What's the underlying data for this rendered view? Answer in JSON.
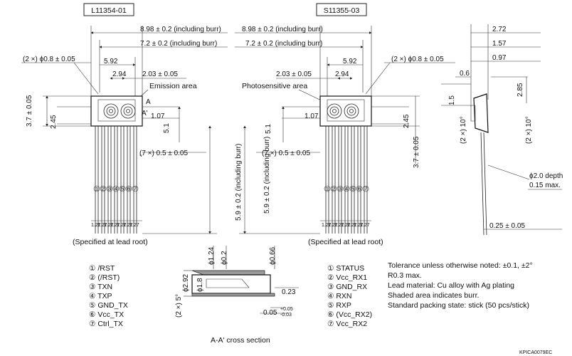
{
  "titles": {
    "left": "L11354-01",
    "right": "S11355-03"
  },
  "left_view": {
    "dims": {
      "overall": "8.98 ± 0.2 (including burr)",
      "inner": "7.2 ± 0.2 (including burr)",
      "holes": "(2 ×) ϕ0.8 ± 0.05",
      "w592": "5.92",
      "w294": "2.94",
      "w203": "2.03 ± 0.05",
      "area": "Emission area",
      "a_mark": "A",
      "a_prime": "A'",
      "h107": "1.07",
      "h37": "3.7 ± 0.05",
      "h245": "2.45",
      "h51": "5.1",
      "pitch": "(7 ×) 0.5 ± 0.05",
      "length": "5.9 ± 0.2 (including burr)",
      "lead_pitch": "1.27",
      "note": "(Specified at lead root)"
    },
    "pin_nums": [
      "1",
      "2",
      "3",
      "4",
      "5",
      "6",
      "7"
    ],
    "pins": [
      "① /RST",
      "② (/RST)",
      "③ TXN",
      "④ TXP",
      "⑤ GND_TX",
      "⑥ Vcc_TX",
      "⑦ Ctrl_TX"
    ]
  },
  "right_view": {
    "dims": {
      "overall": "8.98 ± 0.2 (including burr)",
      "inner": "7.2 ± 0.2 (including burr)",
      "holes": "(2 ×) ϕ0.8 ± 0.05",
      "w592": "5.92",
      "w294": "2.94",
      "w203": "2.03 ± 0.05",
      "area": "Photosensitive area",
      "h107": "1.07",
      "h37": "3.7 ± 0.05",
      "h245": "2.45",
      "h51": "5.1",
      "pitch": "(7 ×) 0.5 ± 0.05",
      "length": "5.9 ± 0.2 (including burr)",
      "lead_pitch": "1.27",
      "note": "(Specified at lead root)"
    },
    "pin_nums": [
      "1",
      "2",
      "3",
      "4",
      "5",
      "6",
      "7"
    ],
    "pins": [
      "① STATUS",
      "② Vcc_RX1",
      "③ GND_RX",
      "④ RXN",
      "⑤ RXP",
      "⑥ (Vcc_RX2)",
      "⑦ Vcc_RX2"
    ]
  },
  "side_view": {
    "d272": "2.72",
    "d157": "1.57",
    "d097": "0.97",
    "d06": "0.6",
    "d15": "1.5",
    "d285": "2.85",
    "ang_left": "(2 ×) 10°",
    "ang_right": "(2 ×) 10°",
    "depth1": "ϕ2.0 depth",
    "depth2": "0.15 max.",
    "lead_w": "0.25 ± 0.05"
  },
  "cross_section": {
    "d124": "ϕ1.24",
    "d02": "ϕ0.2",
    "d066": "ϕ0.66",
    "d292": "ϕ2.92",
    "d18": "ϕ1.8",
    "d023": "0.23",
    "ang": "(2 ×) 5°",
    "d005": "0.05",
    "tol_plus": "+0.05",
    "tol_minus": "-0.03",
    "caption": "A-A' cross section"
  },
  "notes": [
    "Tolerance unless otherwise noted: ±0.1, ±2°",
    "R0.3 max.",
    "Lead material: Cu alloy with Ag plating",
    "Shaded area indicates burr.",
    "Standard packing state: stick (50 pcs/stick)"
  ],
  "code": "KPICA0079EC"
}
